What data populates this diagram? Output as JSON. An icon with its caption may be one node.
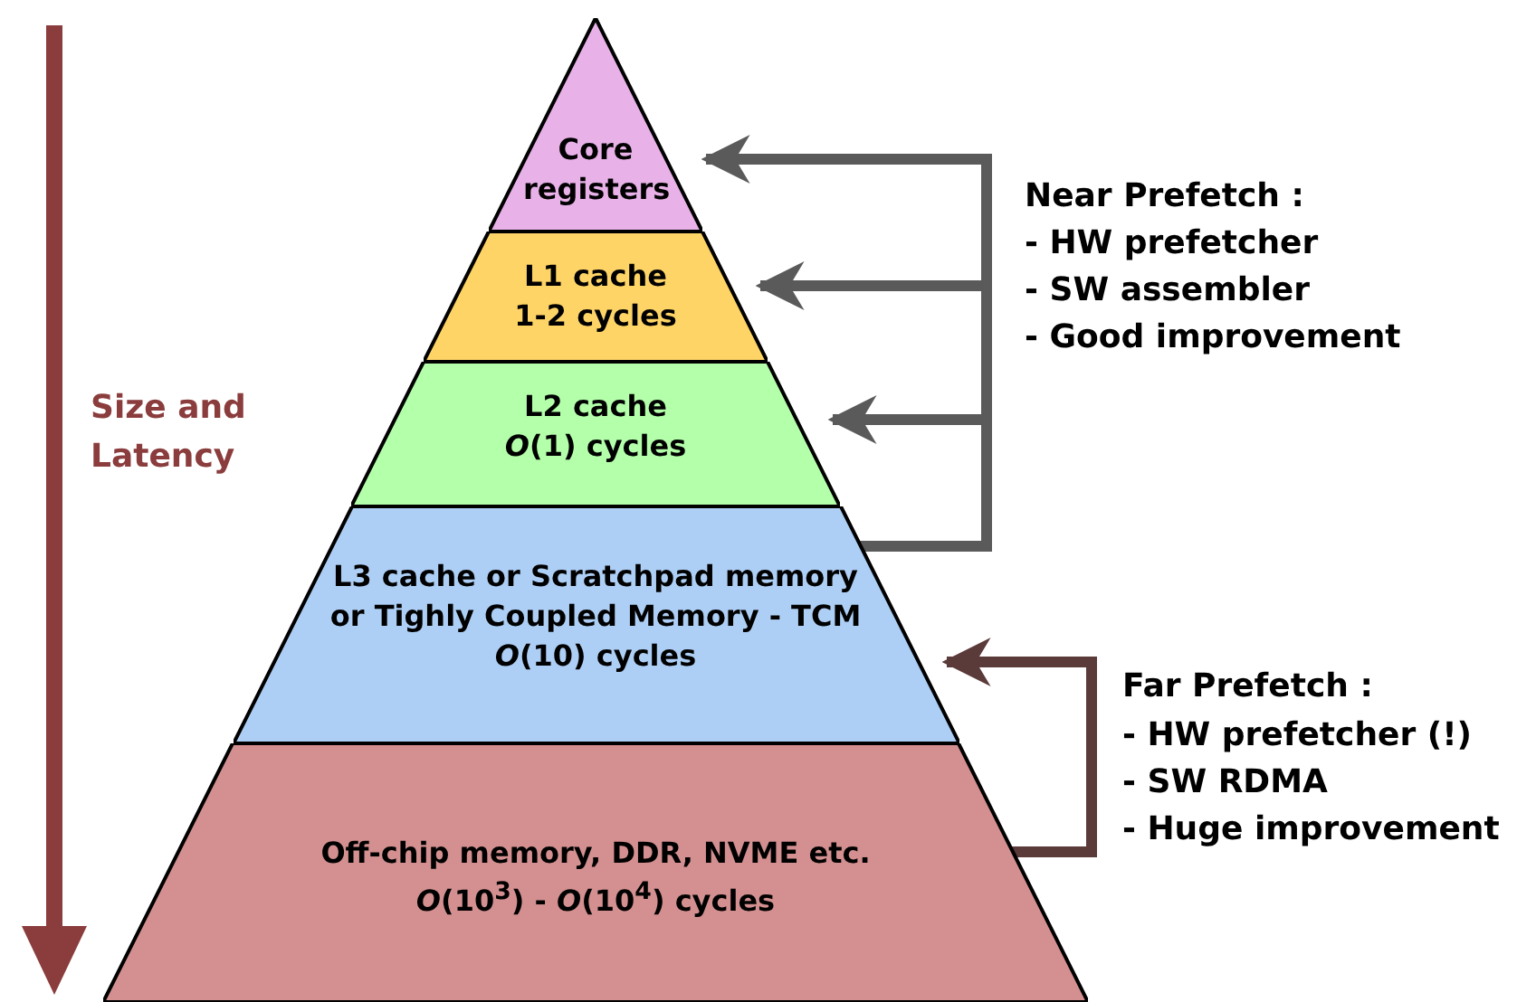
{
  "diagram": {
    "nodes": [
      {
        "text": [
          "Core registers"
        ]
      },
      {
        "text": [
          "L1 cache",
          "1-2 cycles"
        ]
      },
      {
        "text": [
          "L2 cache",
          "*O*(1) cycles"
        ]
      },
      {
        "text": [
          "L3 cache or Scratchpad memory or Tighly Coupled Memory - TCM",
          "*O*(10) cycles"
        ]
      },
      {
        "text": [
          "Off-chip memory, DDR, NVME etc.",
          "*O*(10$^{3}$) - *O*(10$^{4}$) cycles"
        ]
      }
    ],
    "edges": [
      {
        "from": 3,
        "to": 0,
        "arrow": "to"
      },
      {
        "from": 3,
        "to": 1,
        "arrow": "to"
      },
      {
        "from": 3,
        "to": 2,
        "arrow": "to"
      },
      {
        "from": 4,
        "to": 3,
        "arrow": "to",
        "color": "#5b3a3a"
      }
    ],
    "labels": [
      "Near Prefetch :",
      "- HW prefetcher",
      "- SW assembler",
      "- Good improvement",
      "Size and Latency",
      "Far Prefetch :",
      "- HW prefetcher (!)",
      "- SW RDMA",
      "- Huge improvement"
    ]
  }
}
